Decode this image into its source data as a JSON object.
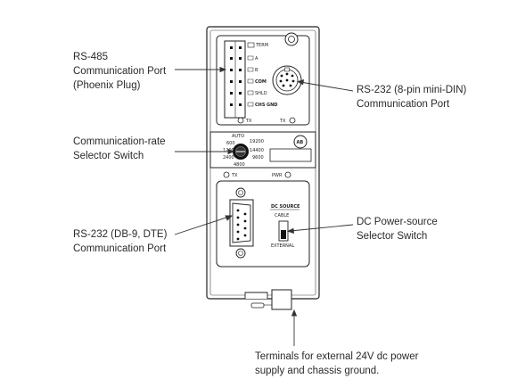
{
  "callouts": {
    "rs485": [
      "RS-485",
      "Communication Port",
      "(Phoenix Plug)"
    ],
    "rs232_mini": [
      "RS-232 (8-pin mini-DIN)",
      "Communication Port"
    ],
    "rate_switch": [
      "Communication-rate",
      "Selector Switch"
    ],
    "rs232_db9": [
      "RS-232 (DB-9, DTE)",
      "Communication Port"
    ],
    "power_switch": [
      "DC Power-source",
      "Selector Switch"
    ],
    "terminals": [
      "Terminals for external 24V dc power",
      "supply and chassis ground."
    ]
  },
  "device": {
    "terminal_labels": [
      "TERM",
      "A",
      "B",
      "COM",
      "SHLD",
      "CHS",
      "GND"
    ],
    "tx_label_1": "TX",
    "tx_label_2": "TX",
    "rate_labels": {
      "auto": "AUTO",
      "r600": "600",
      "r19200": "19200",
      "r1200": "1200",
      "r14400": "14400",
      "r2400": "2400",
      "r9600": "9600",
      "r4800": "4800"
    },
    "brand_badge": "AB",
    "tx_label_3": "TX",
    "pwr_label": "PWR",
    "dc_source_title": "DC SOURCE",
    "dc_source_cable": "CABLE",
    "dc_source_external": "EXTERNAL"
  }
}
